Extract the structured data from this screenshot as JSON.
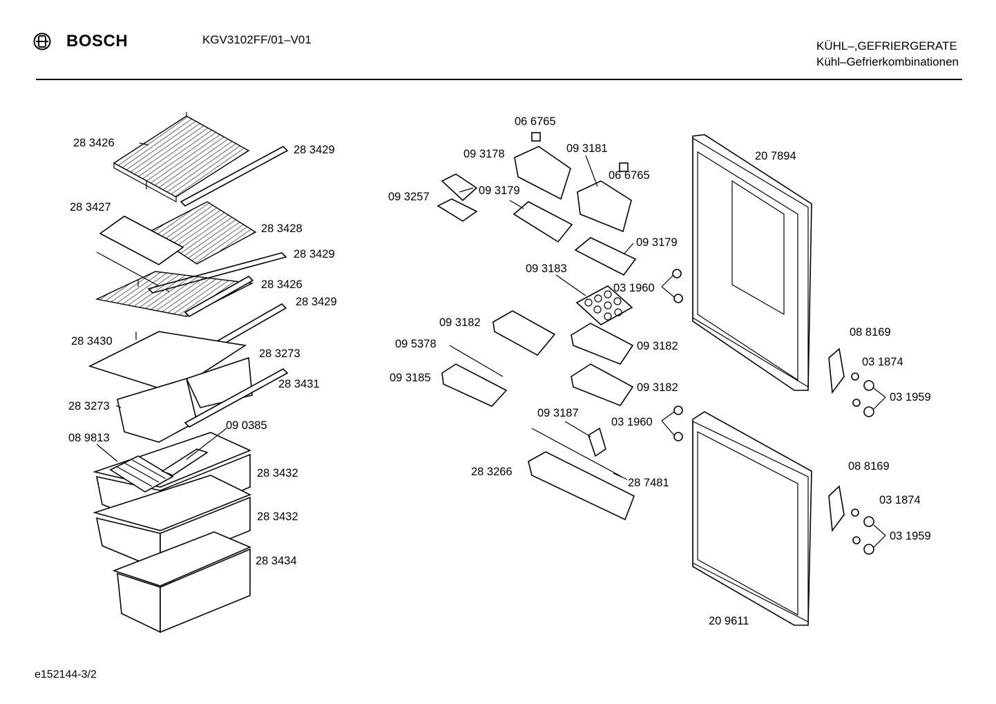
{
  "header": {
    "brand": "BOSCH",
    "model": "KGV3102FF/01–V01",
    "category": "KÜHL–,GEFRIERGERATE",
    "subcategory": "Kühl–Gefrierkombinationen"
  },
  "footer": {
    "ref": "e152144-3/2"
  },
  "parts": {
    "p283426a": "28 3426",
    "p283429a": "28 3429",
    "p283427": "28 3427",
    "p283428": "28 3428",
    "p283429b": "28 3429",
    "p283426b": "28 3426",
    "p283429c": "28 3429",
    "p283430": "28 3430",
    "p283273a": "28 3273",
    "p283431": "28 3431",
    "p283273b": "28 3273",
    "p090385": "09 0385",
    "p089813": "08 9813",
    "p283432a": "28 3432",
    "p283432b": "28 3432",
    "p283434": "28 3434",
    "p066765a": "06 6765",
    "p093178": "09 3178",
    "p093181": "09 3181",
    "p066765b": "06 6765",
    "p093257": "09 3257",
    "p093179a": "09 3179",
    "p093179b": "09 3179",
    "p093183": "09 3183",
    "p031960a": "03 1960",
    "p093182a": "09 3182",
    "p095378": "09 5378",
    "p093182b": "09 3182",
    "p093185": "09 3185",
    "p093182c": "09 3182",
    "p093187": "09 3187",
    "p031960b": "03 1960",
    "p283266": "28 3266",
    "p287481": "28 7481",
    "p207894": "20 7894",
    "p088169a": "08 8169",
    "p031874a": "03 1874",
    "p031959a": "03 1959",
    "p088169b": "08 8169",
    "p031874b": "03 1874",
    "p031959b": "03 1959",
    "p209611": "20 9611"
  }
}
